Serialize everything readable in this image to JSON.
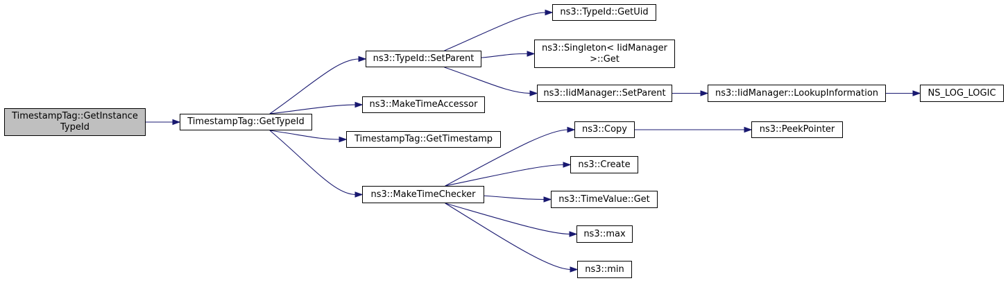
{
  "colors": {
    "edge": "#191970",
    "node_border": "#000000",
    "root_fill": "#bfbfbf",
    "node_fill": "#ffffff"
  },
  "nodes": {
    "root": "TimestampTag::GetInstance\nTypeId",
    "get_type_id": "TimestampTag::GetTypeId",
    "set_parent": "ns3::TypeId::SetParent",
    "make_time_accessor": "ns3::MakeTimeAccessor",
    "get_timestamp": "TimestampTag::GetTimestamp",
    "make_time_checker": "ns3::MakeTimeChecker",
    "get_uid": "ns3::TypeId::GetUid",
    "singleton_get": "ns3::Singleton< IidManager\n>::Get",
    "iid_set_parent": "ns3::IidManager::SetParent",
    "lookup_information": "ns3::IidManager::LookupInformation",
    "ns_log_logic": "NS_LOG_LOGIC",
    "copy": "ns3::Copy",
    "peek_pointer": "ns3::PeekPointer",
    "create": "ns3::Create",
    "time_value_get": "ns3::TimeValue::Get",
    "max": "ns3::max",
    "min": "ns3::min"
  },
  "edges": [
    [
      "root",
      "get_type_id"
    ],
    [
      "get_type_id",
      "set_parent"
    ],
    [
      "get_type_id",
      "make_time_accessor"
    ],
    [
      "get_type_id",
      "get_timestamp"
    ],
    [
      "get_type_id",
      "make_time_checker"
    ],
    [
      "set_parent",
      "get_uid"
    ],
    [
      "set_parent",
      "singleton_get"
    ],
    [
      "set_parent",
      "iid_set_parent"
    ],
    [
      "iid_set_parent",
      "lookup_information"
    ],
    [
      "lookup_information",
      "ns_log_logic"
    ],
    [
      "make_time_checker",
      "copy"
    ],
    [
      "make_time_checker",
      "create"
    ],
    [
      "make_time_checker",
      "time_value_get"
    ],
    [
      "make_time_checker",
      "max"
    ],
    [
      "make_time_checker",
      "min"
    ],
    [
      "copy",
      "peek_pointer"
    ]
  ]
}
